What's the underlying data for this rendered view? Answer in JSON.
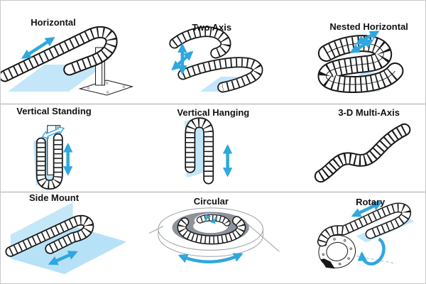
{
  "figure": {
    "title_implicit": "Cable carrier mounting configurations",
    "cells": [
      {
        "label": "Horizontal"
      },
      {
        "label": "Two Axis"
      },
      {
        "label": "Nested Horizontal"
      },
      {
        "label": "Vertical Standing"
      },
      {
        "label": "Vertical Hanging"
      },
      {
        "label": "3-D Multi-Axis"
      },
      {
        "label": "Side Mount"
      },
      {
        "label": "Circular"
      },
      {
        "label": "Rotary"
      }
    ],
    "colors": {
      "accent_arrow": "#2fa7df",
      "mount_plane": "#c3e7f8",
      "ring_gray": "#8c939b",
      "line_art": "#161616",
      "outer_border": "#c9c9c9",
      "row_separator": "#a8a8a8",
      "background": "#ffffff"
    }
  }
}
